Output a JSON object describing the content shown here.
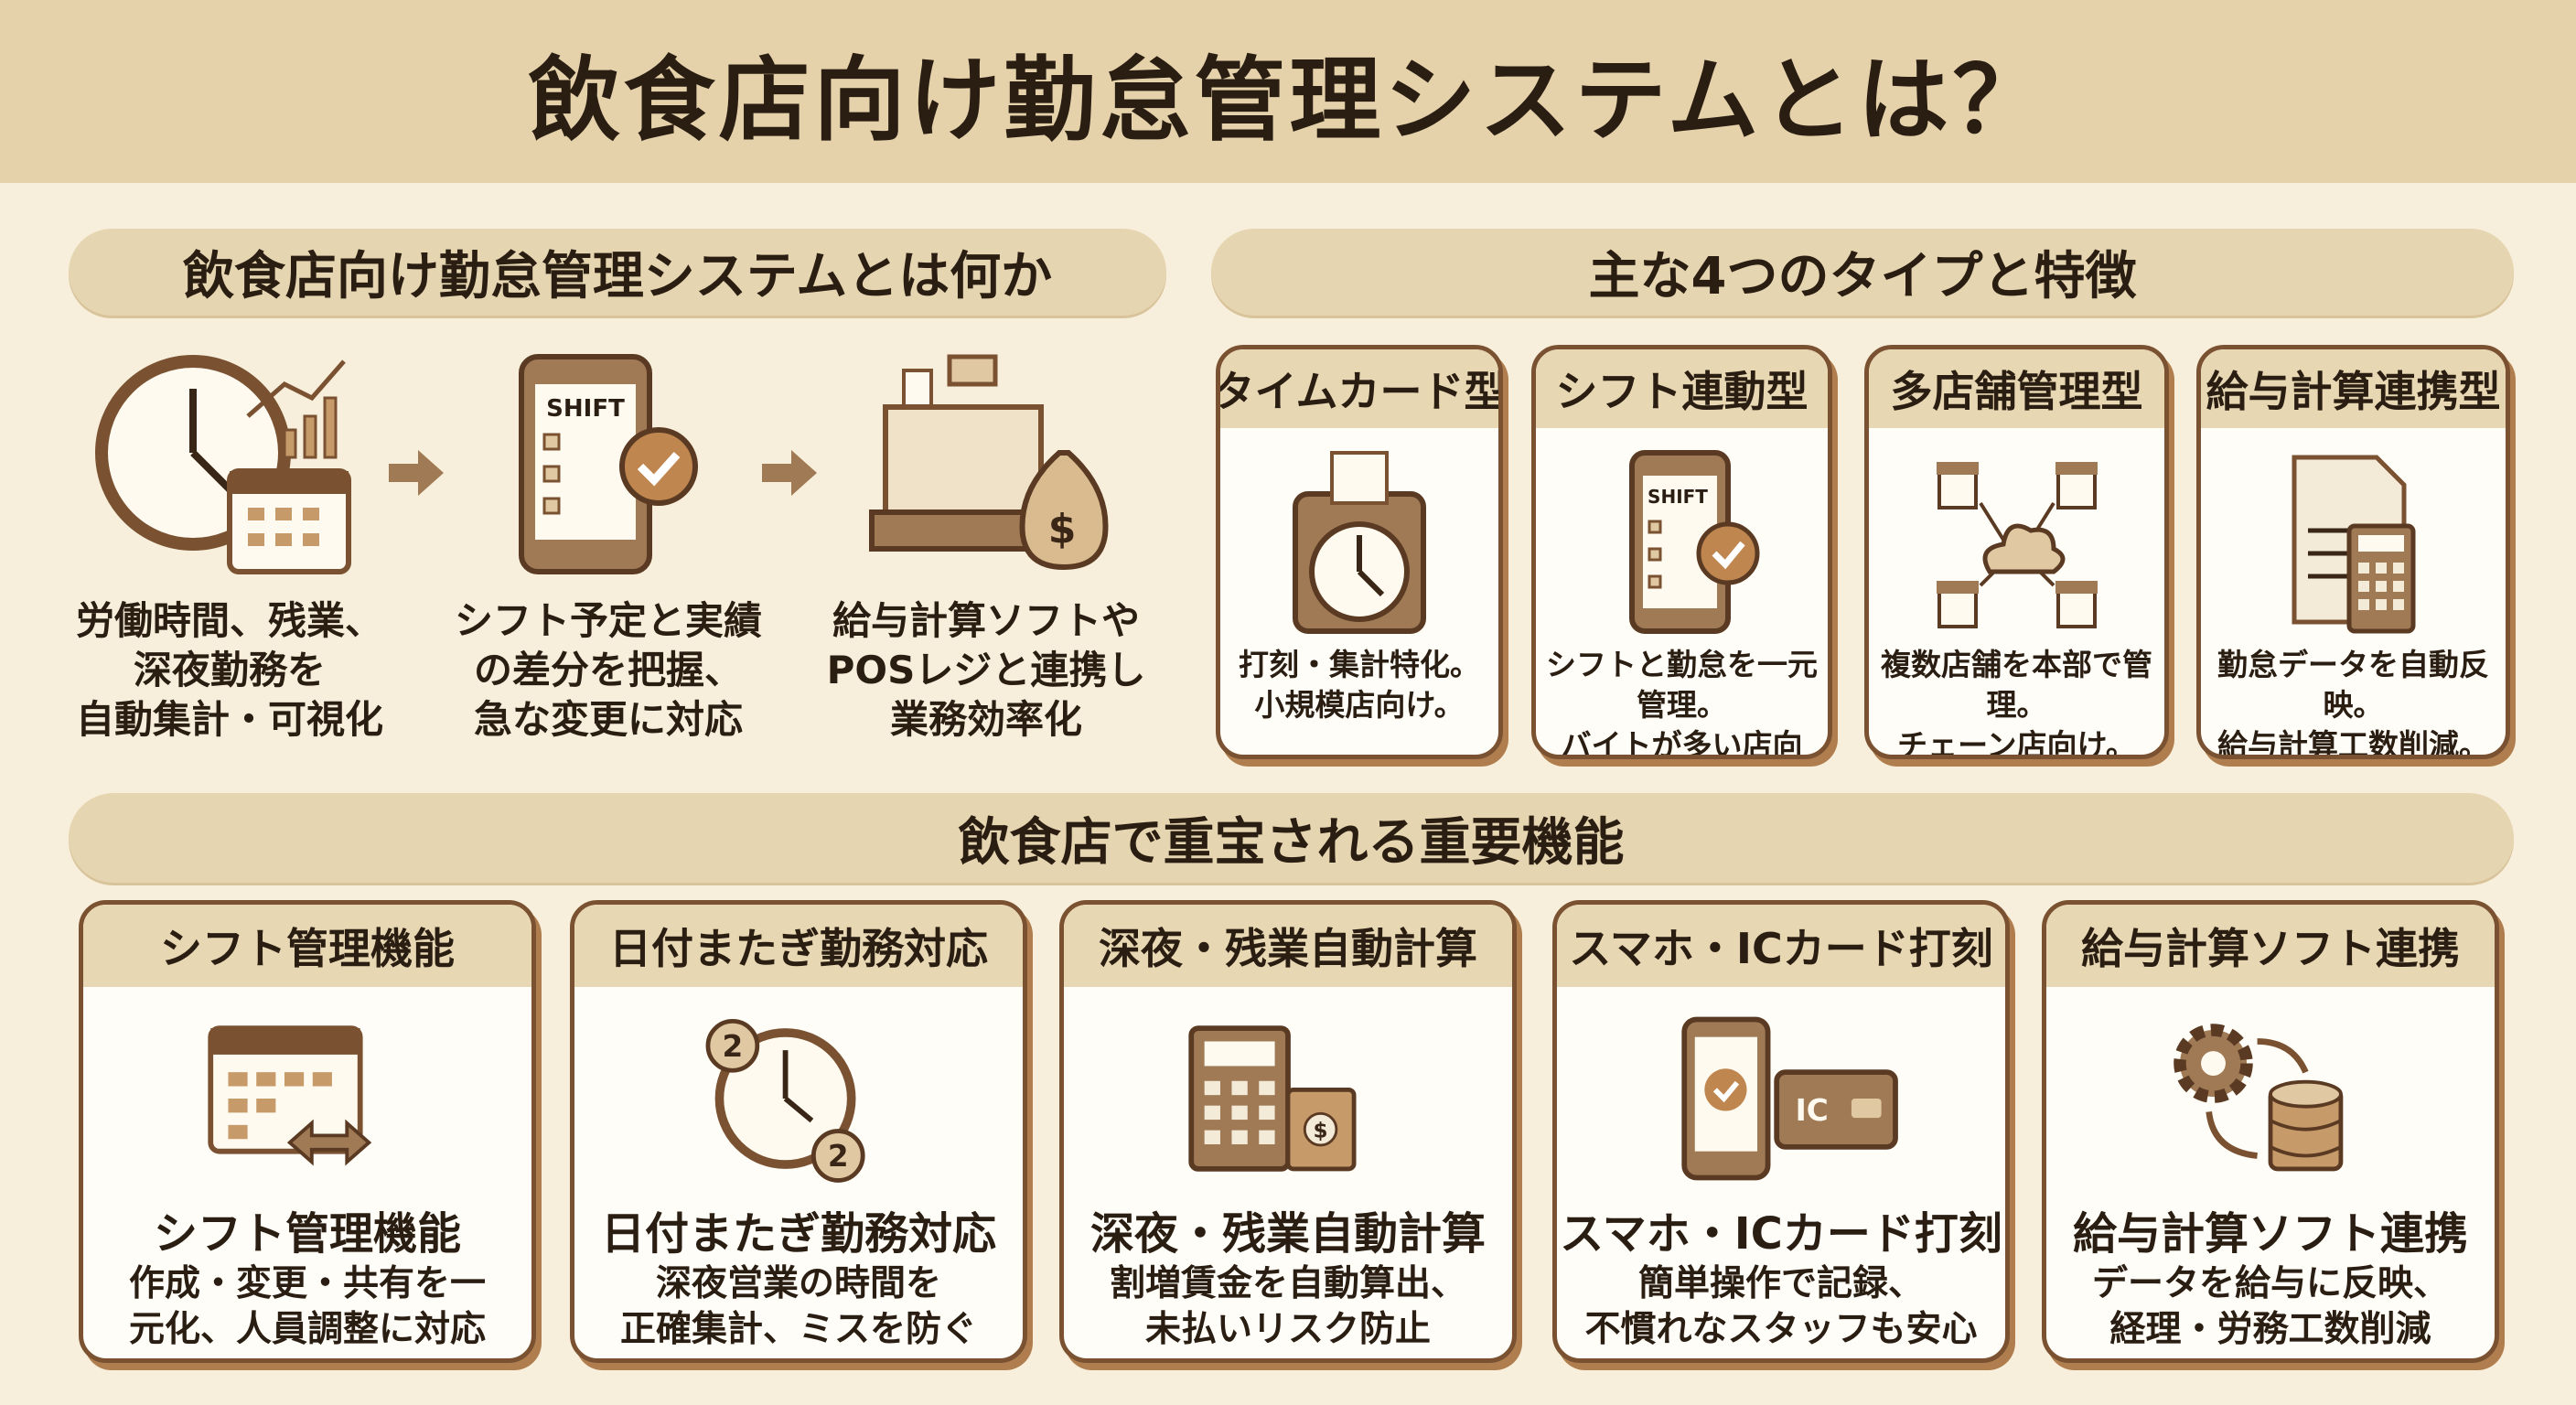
{
  "title": "飲食店向け勤怠管理システムとは？",
  "sections": {
    "what": "飲食店向け勤怠管理システムとは何か",
    "types": "主な4つのタイプと特徴",
    "features": "飲食店で重宝される重要機能"
  },
  "flow": [
    {
      "icon": "clock-calendar-chart",
      "lines": [
        "労働時間、残業、",
        "深夜勤務を",
        "自動集計・可視化"
      ]
    },
    {
      "icon": "smartphone-shift-check",
      "screen": "SHIFT",
      "lines": [
        "シフト予定と実績",
        "の差分を把握、",
        "急な変更に対応"
      ]
    },
    {
      "icon": "cash-register-money-bag",
      "lines": [
        "給与計算ソフトや",
        "POSレジと連携し",
        "業務効率化"
      ]
    }
  ],
  "types": [
    {
      "title": "タイムカード型",
      "icon": "time-clock",
      "lines": [
        "打刻・集計特化。",
        "小規模店向け。"
      ]
    },
    {
      "title": "シフト連動型",
      "icon": "smartphone-shift",
      "screen": "SHIFT",
      "lines": [
        "シフトと勤怠を一元管理。",
        "バイトが多い店向け。"
      ]
    },
    {
      "title": "多店舗管理型",
      "icon": "cloud-stores",
      "lines": [
        "複数店舗を本部で管理。",
        "チェーン店向け。"
      ]
    },
    {
      "title": "給与計算連携型",
      "icon": "document-calculator",
      "lines": [
        "勤怠データを自動反映。",
        "給与計算工数削減。"
      ]
    }
  ],
  "features": [
    {
      "title": "シフト管理機能",
      "icon": "calendar-arrows",
      "subtitle": "シフト管理機能",
      "lines": [
        "作成・変更・共有を一",
        "元化、人員調整に対応"
      ]
    },
    {
      "title": "日付またぎ勤務対応",
      "icon": "clock-two-days",
      "subtitle": "日付またぎ勤務対応",
      "badge": "2",
      "lines": [
        "深夜営業の時間を",
        "正確集計、ミスを防ぐ"
      ]
    },
    {
      "title": "深夜・残業自動計算",
      "icon": "calculator-cash",
      "subtitle": "深夜・残業自動計算",
      "lines": [
        "割増賃金を自動算出、",
        "未払いリスク防止"
      ]
    },
    {
      "title": "スマホ・ICカード打刻",
      "icon": "phone-ic-card",
      "subtitle": "スマホ・ICカード打刻",
      "card_text": "IC",
      "lines": [
        "簡単操作で記録、",
        "不慣れなスタッフも安心"
      ]
    },
    {
      "title": "給与計算ソフト連携",
      "icon": "gear-database-sync",
      "subtitle": "給与計算ソフト連携",
      "lines": [
        "データを給与に反映、",
        "経理・労務工数削減"
      ]
    }
  ],
  "colors": {
    "brown": "#7a5232",
    "tan": "#c79a6a",
    "band": "#e5d2ab",
    "bg": "#f7efdb"
  }
}
